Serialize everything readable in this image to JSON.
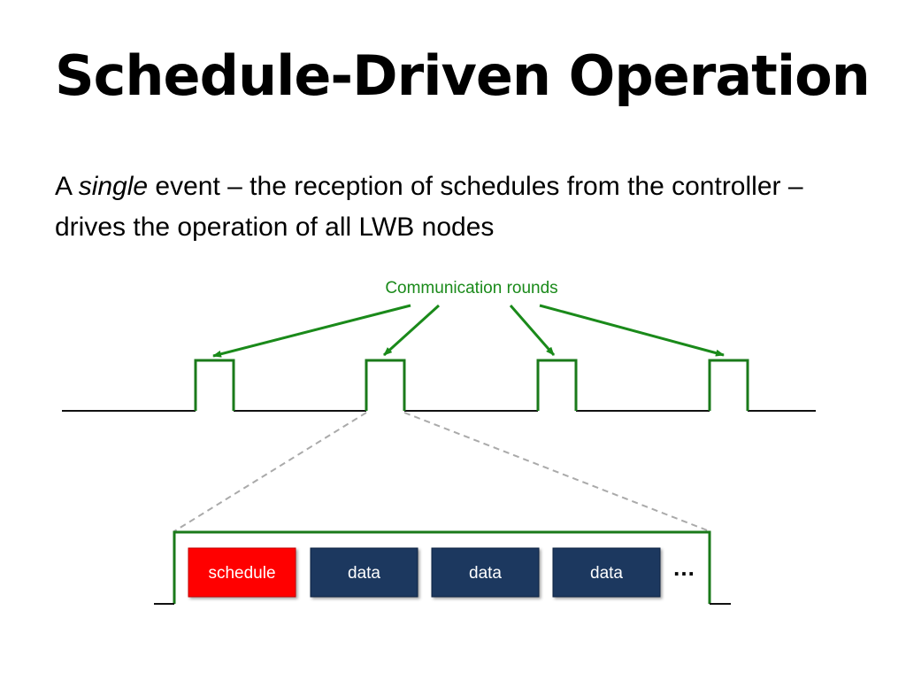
{
  "slide": {
    "title": "Schedule-Driven Operation",
    "body_prefix": "A ",
    "body_emphasis": "single",
    "body_suffix": " event – the reception of schedules from the controller – drives the operation of all LWB nodes"
  },
  "diagram": {
    "rounds_label": "Communication rounds",
    "round_count": 4,
    "slots": [
      {
        "label": "schedule",
        "kind": "schedule"
      },
      {
        "label": "data",
        "kind": "data"
      },
      {
        "label": "data",
        "kind": "data"
      },
      {
        "label": "data",
        "kind": "data"
      }
    ],
    "more_indicator": "…",
    "colors": {
      "signal": "#1a7a1a",
      "arrow": "#1a8a1a",
      "label": "#1a8a1a",
      "baseline": "#111111",
      "zoom_lines": "#aaaaaa",
      "schedule_fill": "#ff0000",
      "data_fill": "#1c375e"
    }
  }
}
